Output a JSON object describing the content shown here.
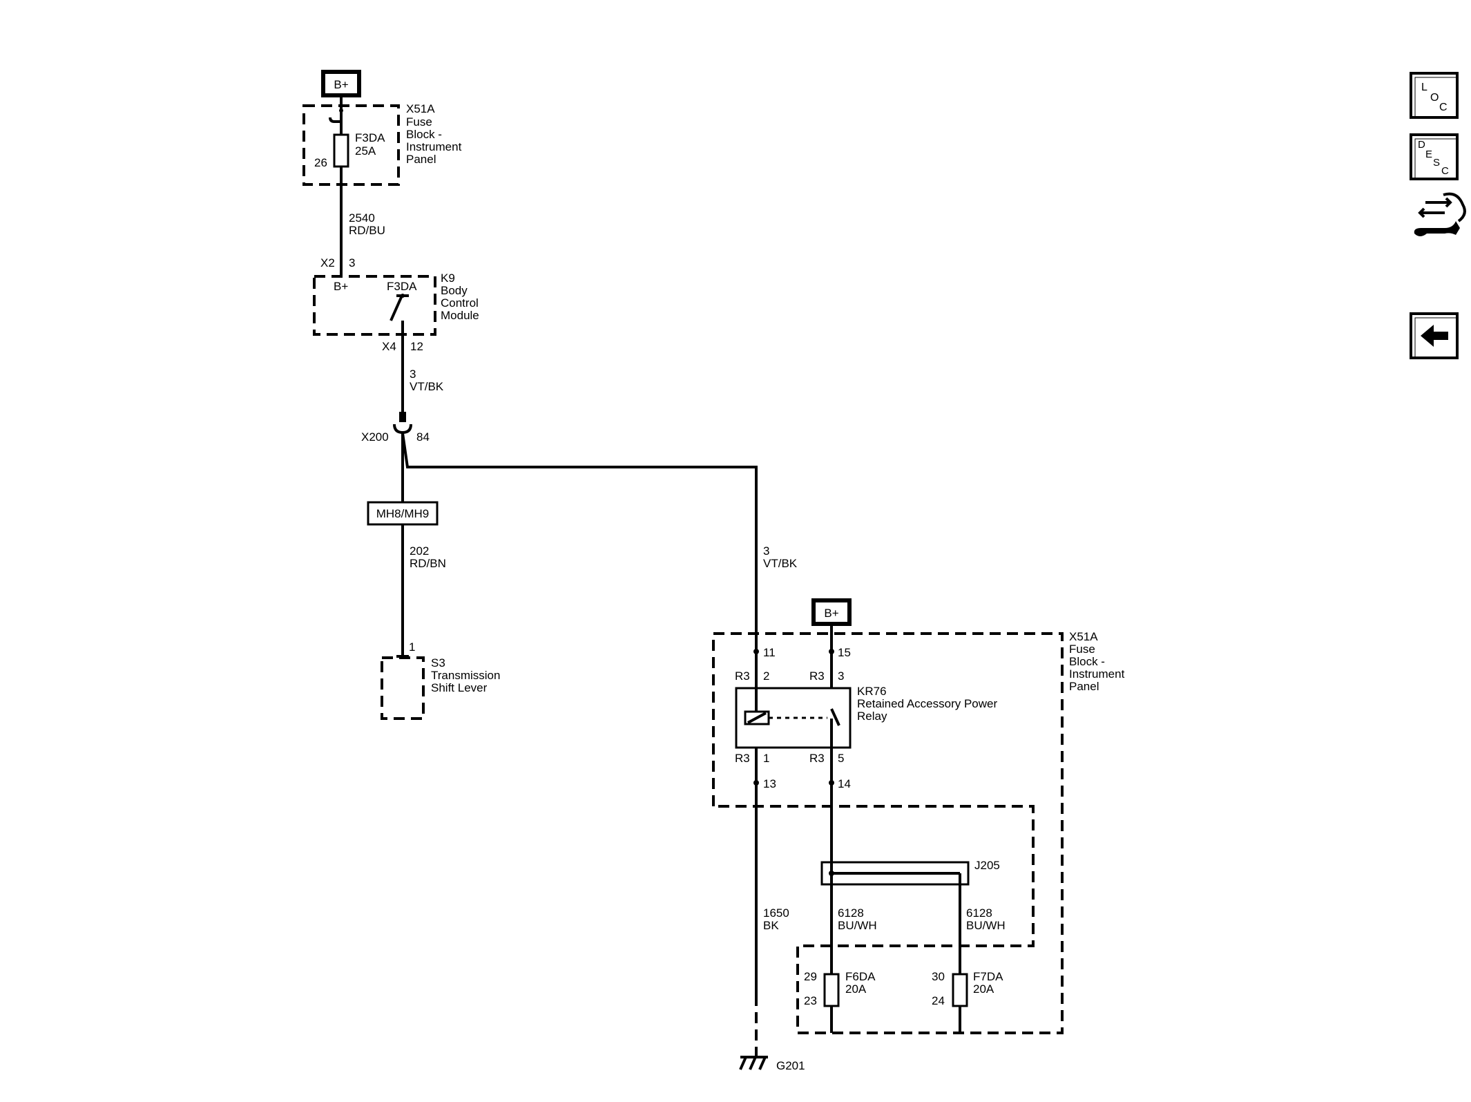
{
  "power": {
    "top_label": "B+",
    "right_label": "B+"
  },
  "fuse_block_top": {
    "name": "X51A",
    "desc": [
      "Fuse",
      "Block -",
      "Instrument",
      "Panel"
    ],
    "fuse": "F3DA",
    "rating": "25A",
    "pin": "26"
  },
  "wire_2540": {
    "circuit": "2540",
    "color": "RD/BU"
  },
  "bcm": {
    "conn_in": "X2",
    "pin_in": "3",
    "bplus": "B+",
    "switch": "F3DA",
    "name": "K9",
    "desc": [
      "Body",
      "Control",
      "Module"
    ],
    "conn_out": "X4",
    "pin_out": "12"
  },
  "wire_3a": {
    "circuit": "3",
    "color": "VT/BK"
  },
  "x200": {
    "name": "X200",
    "pin": "84"
  },
  "harness_ref": "MH8/MH9",
  "wire_202": {
    "circuit": "202",
    "color": "RD/BN"
  },
  "shift_lever": {
    "pin": "1",
    "name": "S3",
    "desc": [
      "Transmission",
      "Shift Lever"
    ]
  },
  "wire_3b": {
    "circuit": "3",
    "color": "VT/BK"
  },
  "fuse_block_right": {
    "name": "X51A",
    "desc": [
      "Fuse",
      "Block -",
      "Instrument",
      "Panel"
    ]
  },
  "relay": {
    "name": "KR76",
    "desc": [
      "Retained Accessory Power",
      "Relay"
    ],
    "pin_11": "11",
    "pin_15": "15",
    "r3_2": "R3",
    "num_2": "2",
    "r3_3": "R3",
    "num_3": "3",
    "r3_1": "R3",
    "num_1": "1",
    "r3_5": "R3",
    "num_5": "5",
    "pin_13": "13",
    "pin_14": "14"
  },
  "splice": {
    "name": "J205"
  },
  "wire_1650": {
    "circuit": "1650",
    "color": "BK"
  },
  "wire_6128a": {
    "circuit": "6128",
    "color": "BU/WH"
  },
  "wire_6128b": {
    "circuit": "6128",
    "color": "BU/WH"
  },
  "fuse_f6da": {
    "name": "F6DA",
    "rating": "20A",
    "pin_top": "29",
    "pin_bottom": "23"
  },
  "fuse_f7da": {
    "name": "F7DA",
    "rating": "20A",
    "pin_top": "30",
    "pin_bottom": "24"
  },
  "ground": {
    "name": "G201"
  },
  "sidebar": {
    "loc": [
      "L",
      "O",
      "C"
    ],
    "desc": [
      "D",
      "E",
      "S",
      "C"
    ],
    "connector_icon": "connector-repair-icon",
    "back_icon": "back-arrow-icon"
  }
}
